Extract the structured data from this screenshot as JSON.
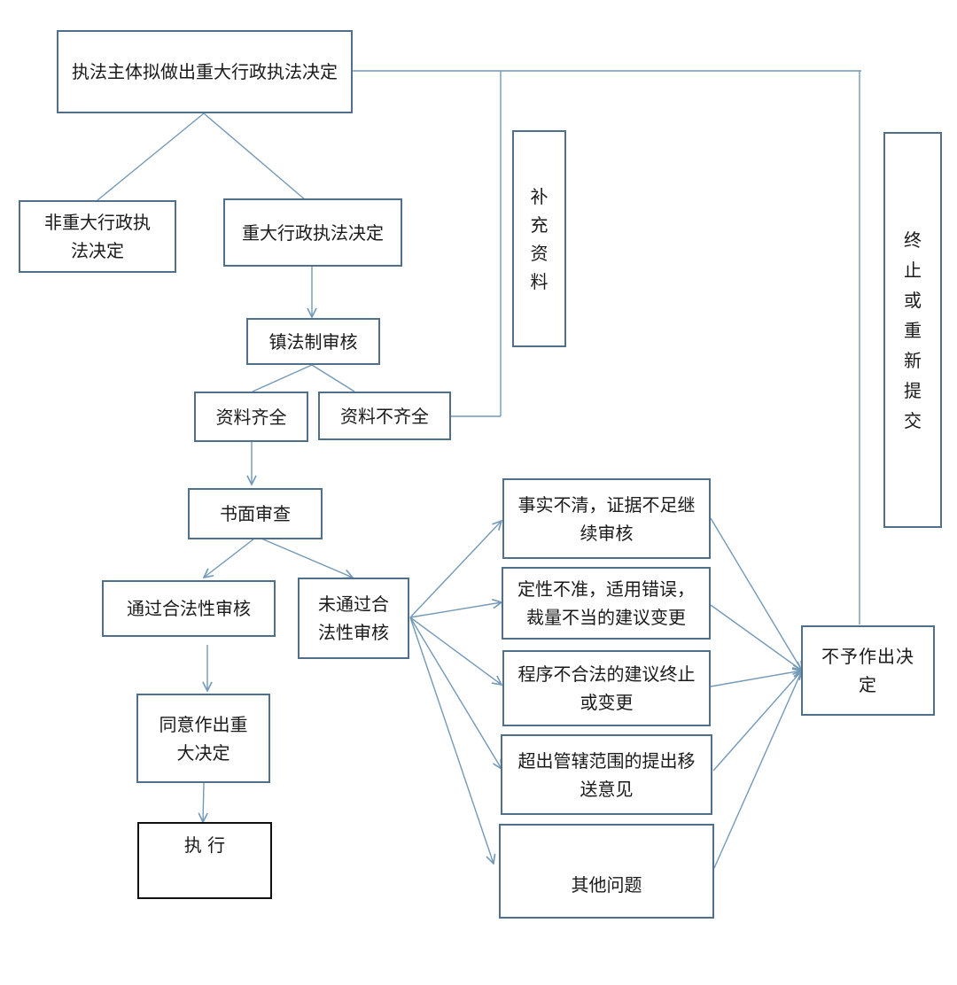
{
  "nodes": {
    "start": "执法主体拟做出重大行政执法决定",
    "non_major": "非重大行政执法决定",
    "major": "重大行政执法决定",
    "town_review": "镇法制审核",
    "complete": "资料齐全",
    "incomplete": "资料不齐全",
    "supplement": "补充资料",
    "terminate_resubmit": "终止或重新提交",
    "written_review": "书面审查",
    "passed": "通过合法性审核",
    "not_passed": "未通过合法性审核",
    "agree": "同意作出重大决定",
    "execute": "执 行",
    "facts_unclear": "事实不清，证据不足继续审核",
    "wrong_nature": "定性不准，适用错误，裁量不当的建议变更",
    "illegal_procedure": "程序不合法的建议终止或变更",
    "out_of_jurisdiction": "超出管辖范围的提出移送意见",
    "other_issues": "其他问题",
    "no_decision": "不予作出决定"
  },
  "colors": {
    "line": "#7399b7",
    "border": "#4f6f8a",
    "text": "#1a1a1a"
  }
}
